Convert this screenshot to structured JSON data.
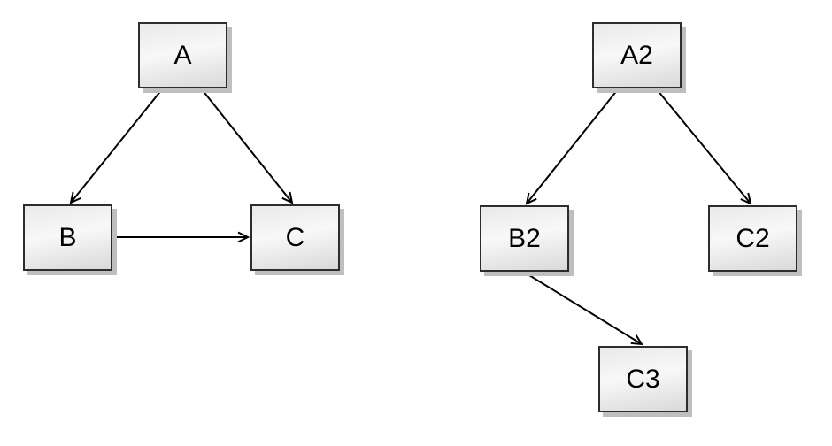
{
  "diagram": {
    "background_color": "#ffffff",
    "node_style": {
      "fill_top": "#e9e9e9",
      "fill_bottom": "#d9d9d9",
      "border_color": "#2d2d2d",
      "shadow_color": "#bfbfbf",
      "text_color": "#000000"
    },
    "edge_style": {
      "line_color": "#000000",
      "arrowhead": "open-v"
    },
    "left_graph": {
      "nodes": [
        "A",
        "B",
        "C"
      ],
      "edges": [
        "A->B",
        "A->C",
        "B->C"
      ]
    },
    "right_graph": {
      "nodes": [
        "A2",
        "B2",
        "C2",
        "C3"
      ],
      "edges": [
        "A2->B2",
        "A2->C2",
        "B2->C3"
      ]
    },
    "nodes": [
      {
        "id": "A",
        "label": "A"
      },
      {
        "id": "B",
        "label": "B"
      },
      {
        "id": "C",
        "label": "C"
      },
      {
        "id": "A2",
        "label": "A2"
      },
      {
        "id": "B2",
        "label": "B2"
      },
      {
        "id": "C2",
        "label": "C2"
      },
      {
        "id": "C3",
        "label": "C3"
      }
    ],
    "edges": [
      {
        "from": "A",
        "to": "B",
        "directed": true
      },
      {
        "from": "A",
        "to": "C",
        "directed": true
      },
      {
        "from": "B",
        "to": "C",
        "directed": true
      },
      {
        "from": "A2",
        "to": "B2",
        "directed": true
      },
      {
        "from": "A2",
        "to": "C2",
        "directed": true
      },
      {
        "from": "B2",
        "to": "C3",
        "directed": true
      }
    ]
  }
}
